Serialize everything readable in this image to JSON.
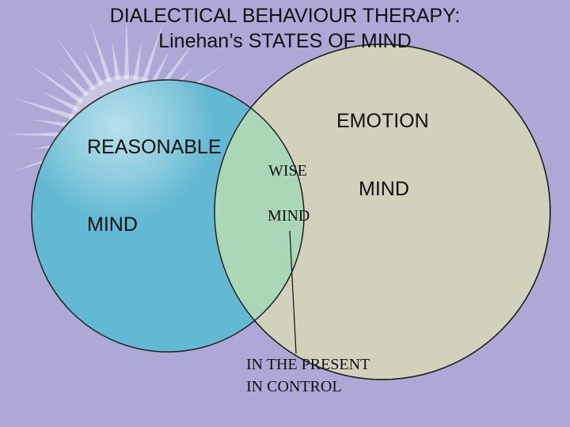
{
  "slide": {
    "title_line1": "DIALECTICAL BEHAVIOUR THERAPY:",
    "title_line2": "Linehan’s STATES OF MIND"
  },
  "diagram": {
    "reasonable_label_1": "REASONABLE",
    "reasonable_label_2": "MIND",
    "emotion_label_1": "EMOTION",
    "emotion_label_2": "MIND",
    "wise_label_1": "WISE",
    "wise_label_2": "MIND",
    "callout_line_1": "IN THE PRESENT",
    "callout_line_2": "IN CONTROL"
  },
  "colors": {
    "background": "#ada8d6",
    "reasonable_circle": "#63b9d2",
    "emotion_circle": "#d2d1bc",
    "wise_overlap": "#aad8b6",
    "sun_decoration": "#ffffff"
  },
  "icons": [
    "sun-decoration-icon"
  ]
}
